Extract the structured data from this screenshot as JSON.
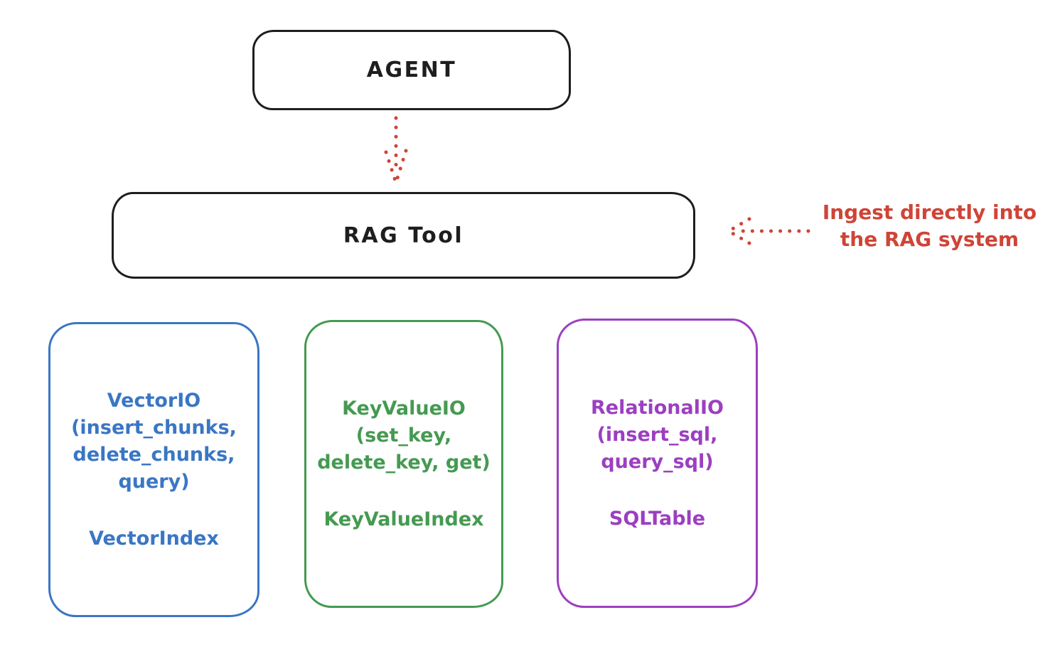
{
  "diagram": {
    "agent": {
      "label": "AGENT"
    },
    "rag_tool": {
      "label": "RAG Tool"
    },
    "annotation": {
      "line1": "Ingest directly into",
      "line2": "the RAG system"
    },
    "storage_nodes": [
      {
        "id": "vector-io",
        "color": "#3a76c4",
        "lines": [
          "VectorIO",
          "(insert_chunks,",
          "delete_chunks,",
          "query)"
        ],
        "index_label": "VectorIndex"
      },
      {
        "id": "keyvalue-io",
        "color": "#459a51",
        "lines": [
          "KeyValueIO",
          "(set_key,",
          "delete_key, get)"
        ],
        "index_label": "KeyValueIndex"
      },
      {
        "id": "relational-io",
        "color": "#9c3fc0",
        "lines": [
          "RelationalIO",
          "(insert_sql,",
          "query_sql)"
        ],
        "index_label": "SQLTable"
      }
    ],
    "arrows": [
      {
        "id": "agent-to-rag-tool",
        "style": "dotted",
        "color": "#cf4437",
        "direction": "down"
      },
      {
        "id": "ingest-into-rag-tool",
        "style": "dotted",
        "color": "#cf4437",
        "direction": "left"
      }
    ],
    "colors": {
      "outline": "#1e1e1e",
      "red": "#cf4437",
      "blue": "#3a76c4",
      "green": "#459a51",
      "purple": "#9c3fc0",
      "background": "#ffffff"
    }
  }
}
